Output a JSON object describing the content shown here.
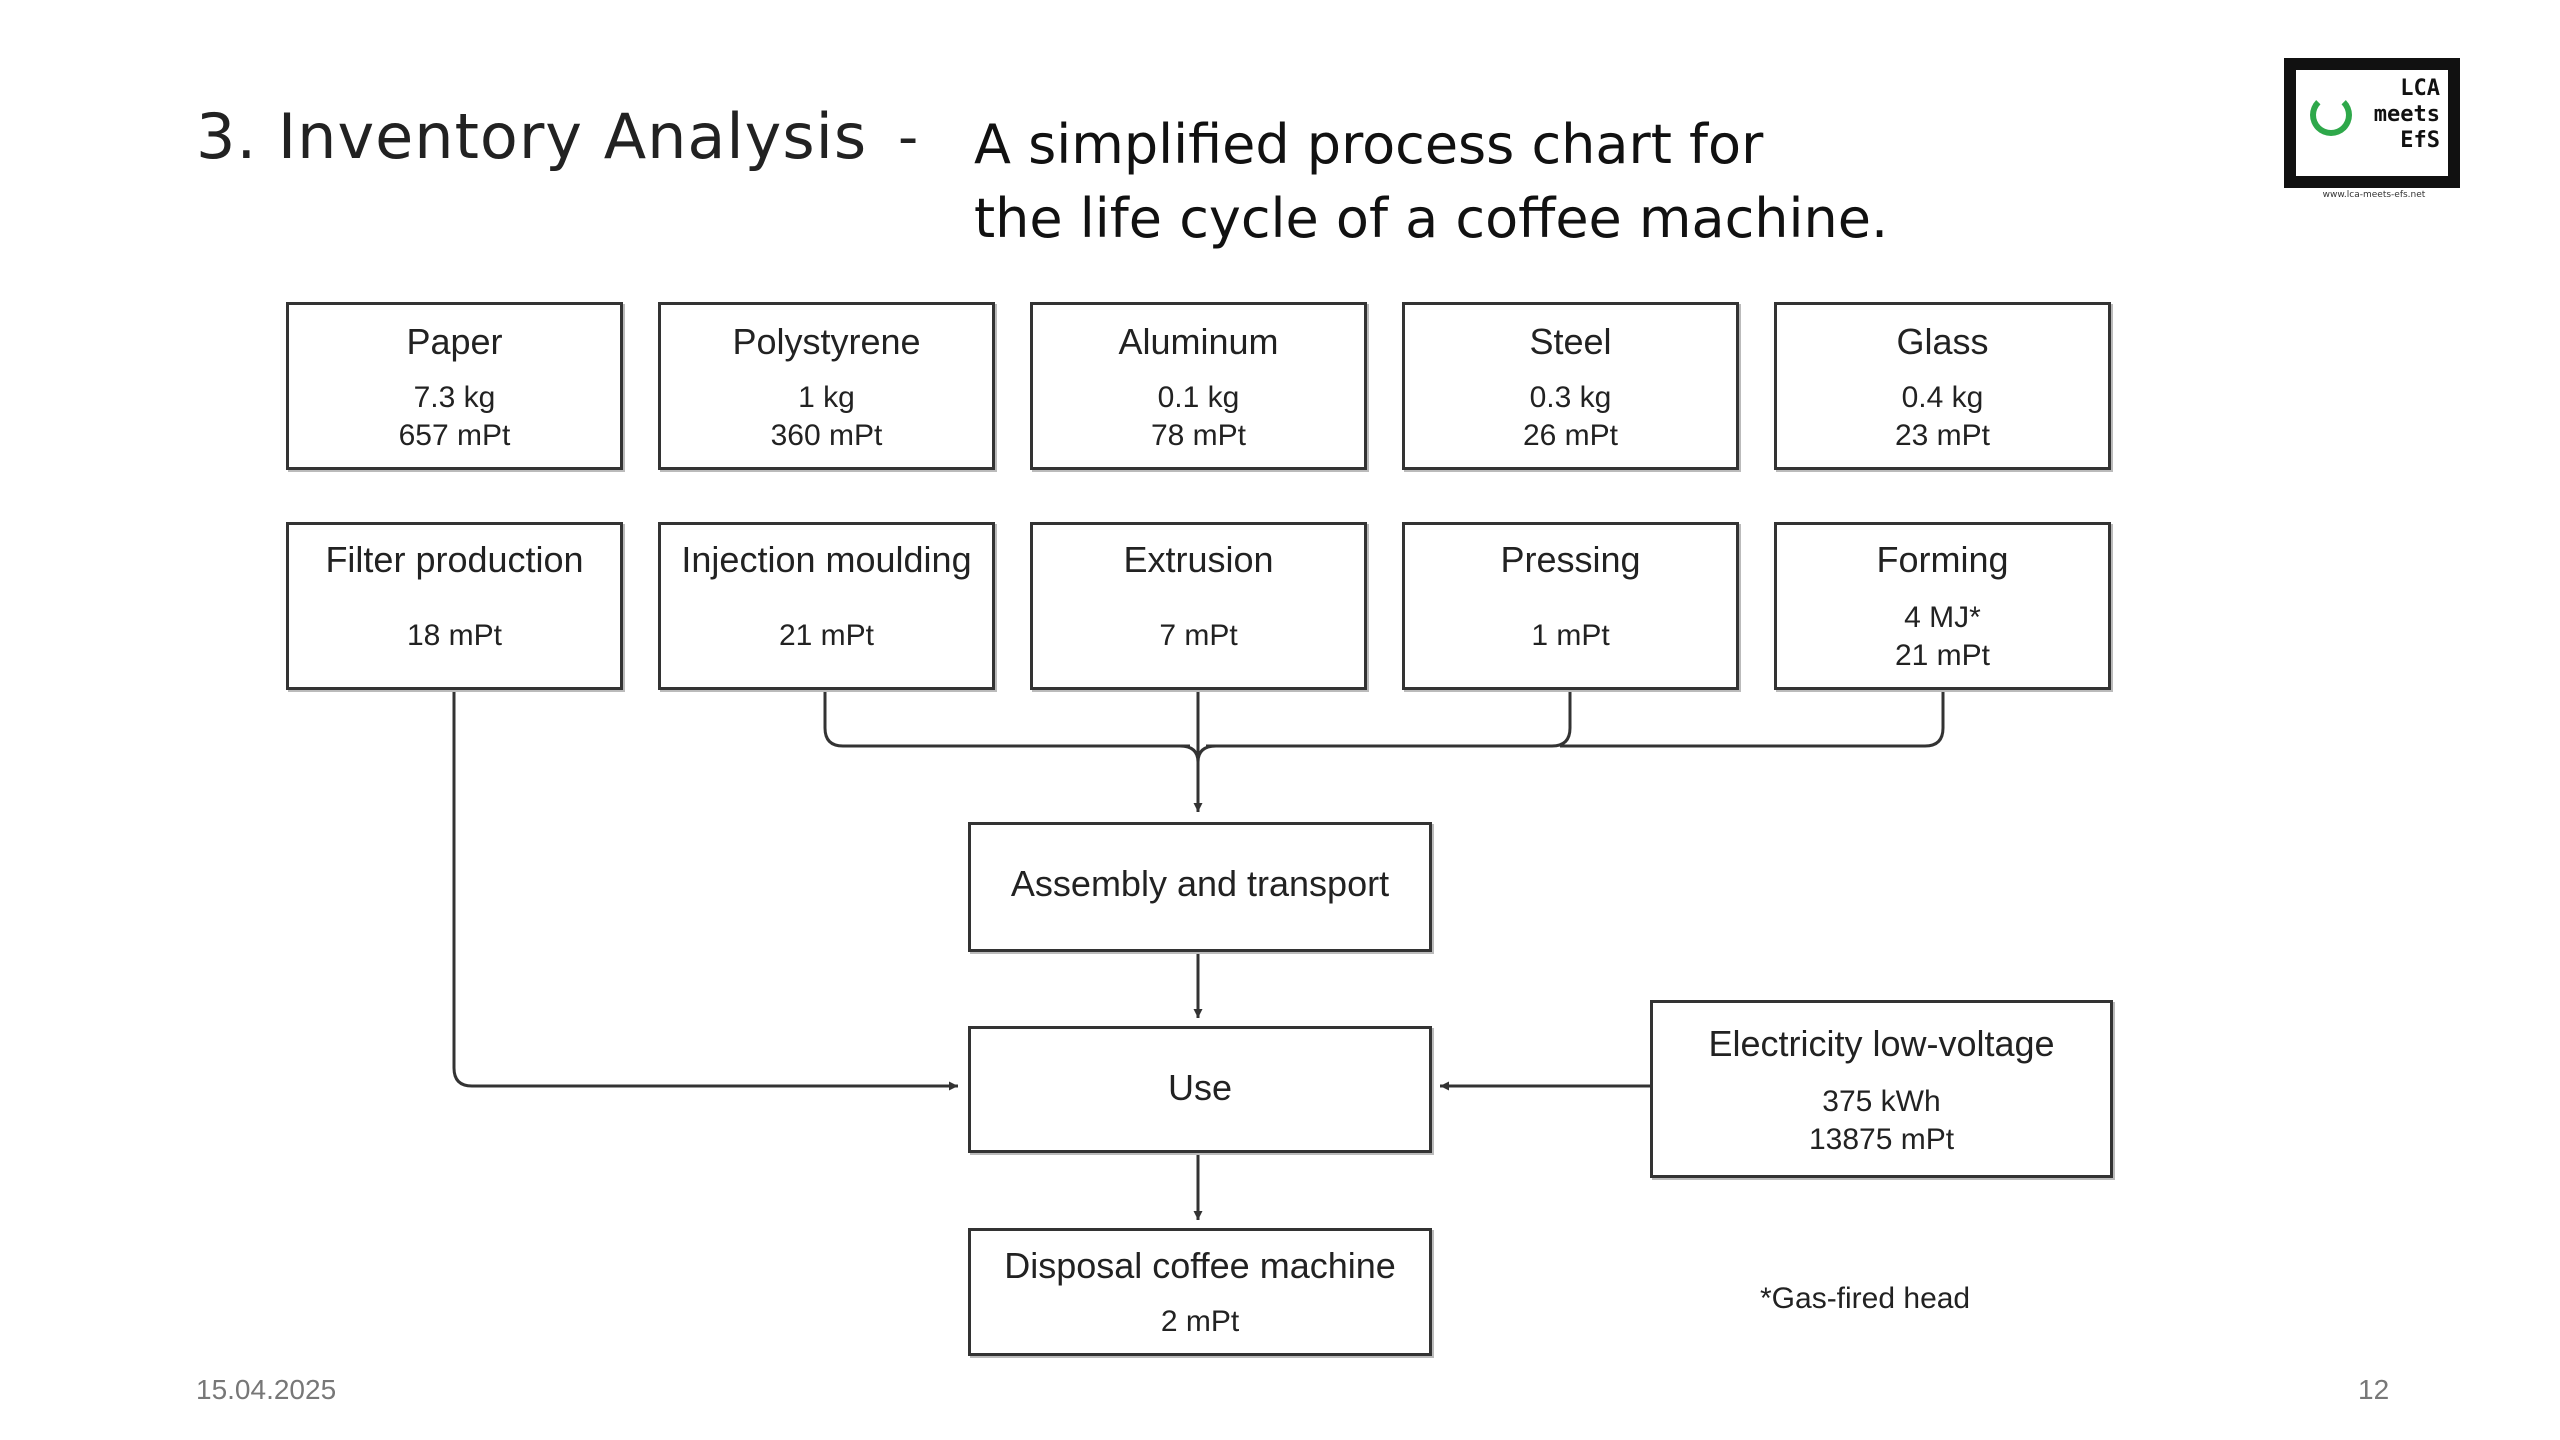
{
  "slide": {
    "title": "3. Inventory Analysis",
    "dash": "-",
    "subtitle_line1": "A simplified process chart for",
    "subtitle_line2": "the life cycle of a coffee machine.",
    "date": "15.04.2025",
    "page_number": "12"
  },
  "logo": {
    "line1": "LCA",
    "line2": "meets",
    "line3": "EfS",
    "url": "www.lca-meets-efs.net",
    "accent_color": "#2ea84a"
  },
  "materials": [
    {
      "name": "Paper",
      "line1": "7.3 kg",
      "line2": "657 mPt"
    },
    {
      "name": "Polystyrene",
      "line1": "1 kg",
      "line2": "360 mPt"
    },
    {
      "name": "Aluminum",
      "line1": "0.1 kg",
      "line2": "78 mPt"
    },
    {
      "name": "Steel",
      "line1": "0.3 kg",
      "line2": "26 mPt"
    },
    {
      "name": "Glass",
      "line1": "0.4 kg",
      "line2": "23 mPt"
    }
  ],
  "processes": [
    {
      "name": "Filter production",
      "line1": "18 mPt",
      "line2": ""
    },
    {
      "name": "Injection moulding",
      "line1": "21 mPt",
      "line2": ""
    },
    {
      "name": "Extrusion",
      "line1": "7 mPt",
      "line2": ""
    },
    {
      "name": "Pressing",
      "line1": "1 mPt",
      "line2": ""
    },
    {
      "name": "Forming",
      "line1": "4 MJ*",
      "line2": "21 mPt"
    }
  ],
  "assembly": {
    "name": "Assembly and transport"
  },
  "use": {
    "name": "Use"
  },
  "electricity": {
    "name": "Electricity low-voltage",
    "line1": "375 kWh",
    "line2": "13875 mPt"
  },
  "disposal": {
    "name": "Disposal coffee machine",
    "line1": "2 mPt"
  },
  "footnote": "*Gas-fired head"
}
